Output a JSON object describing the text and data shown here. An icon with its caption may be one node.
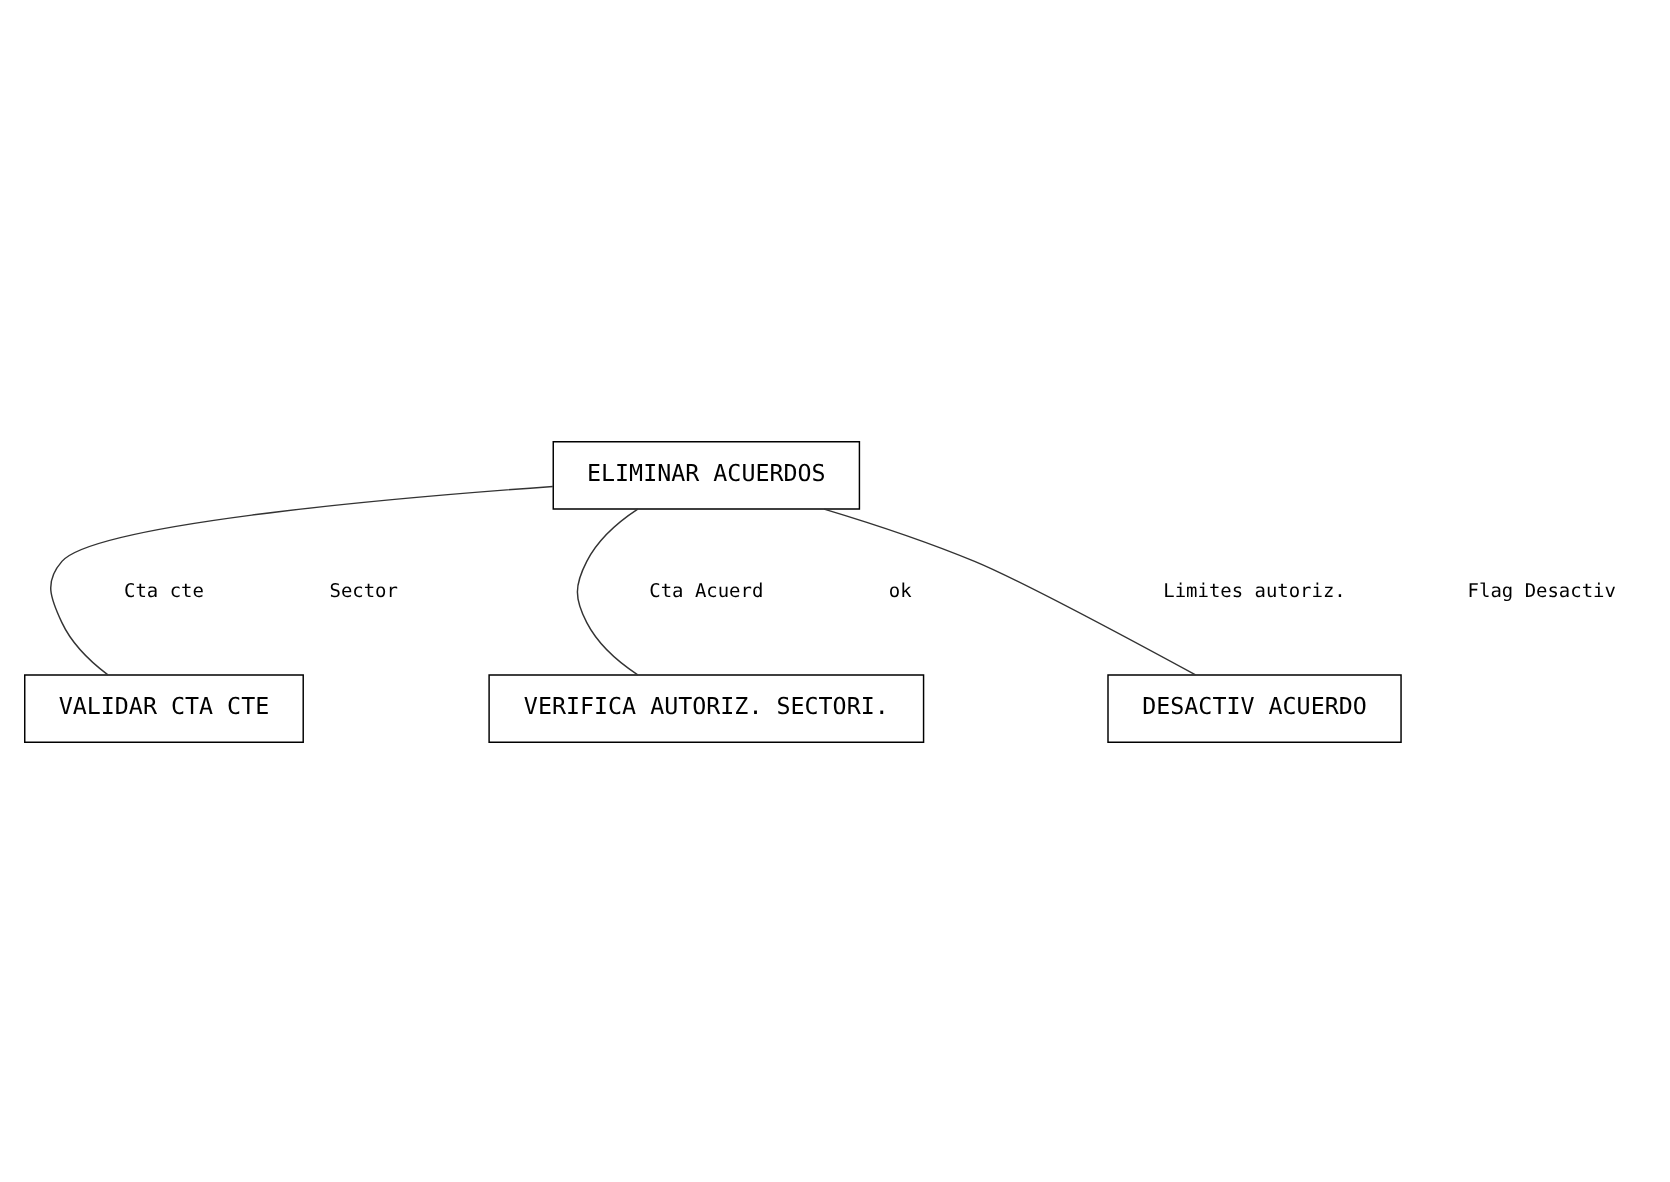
{
  "diagram": {
    "nodes": [
      {
        "text": [
          "ELIMINAR ACUERDOS"
        ]
      },
      {
        "text": [
          "VALIDAR CTA CTE"
        ]
      },
      {
        "text": [
          "VERIFICA AUTORIZ. SECTORI."
        ]
      },
      {
        "text": [
          "DESACTIV ACUERDO"
        ]
      }
    ],
    "edges": [
      {
        "from": 0,
        "to": 1,
        "arrow": "none"
      },
      {
        "from": 0,
        "to": 2,
        "arrow": "none"
      },
      {
        "from": 0,
        "to": 3,
        "arrow": "none"
      }
    ],
    "labels": [
      "Cta cte",
      "Sector",
      "Cta Acuerd",
      "ok",
      "Limites autoriz.",
      "Flag Desactiv"
    ]
  }
}
